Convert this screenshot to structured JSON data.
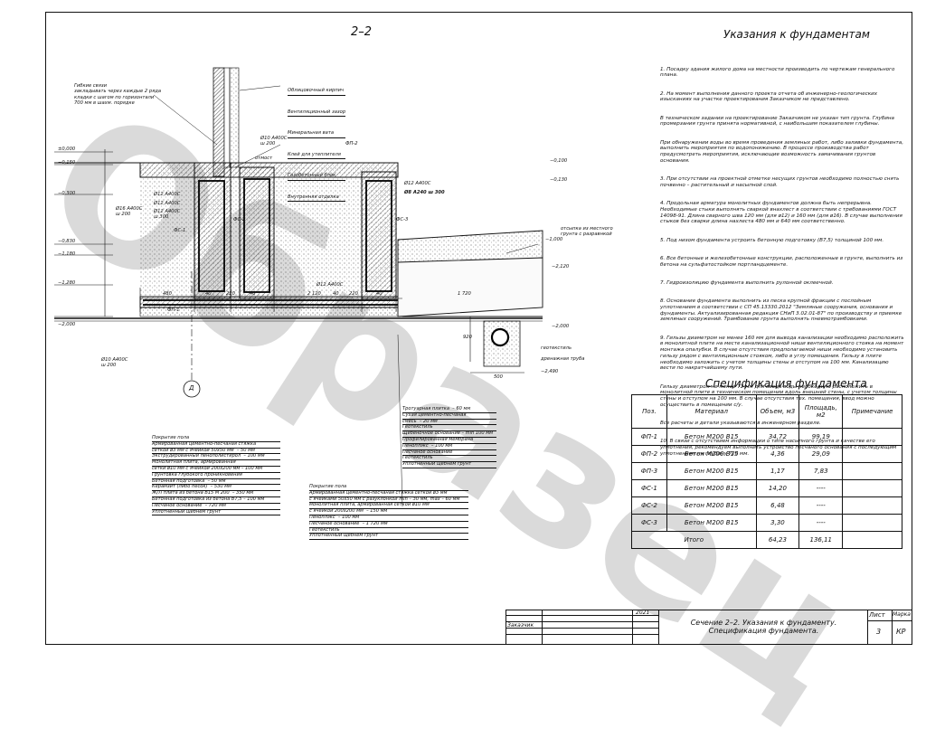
{
  "section": {
    "title": "2–2"
  },
  "notes": {
    "title": "Указания к фундаментам",
    "items": [
      "1. Посадку здания жилого дома на местности производить по чертежам генерального плана.",
      "2. На момент выполнения данного проекта отчета об инженерно-геологических изысканиях на участке проектирования Заказчиком не представлено.",
      "В техническом задании на проектирование Заказчиком не указан тип грунта. Глубина промерзания грунта принята нормативной, с наибольшим показателем глубины.",
      "При обнаружении воды во время проведения земляных работ, либо заливки фундамента, выполнить мероприятия по водопонижению. В процессе производства работ предусмотреть мероприятия, исключающие возможность замачивания грунтов основания.",
      "3. При отсутствии на проектной отметке несущих грунтов необходимо полностью снять почвенно – растительный и насыпной слой.",
      "4. Продольная арматура монолитных фундаментов должна быть непрерывна. Необходимые стыки выполнять сваркой внахлест в соответствии с требованиями ГОСТ 14098-91. Длина сварного шва 120 мм (для ø12) и 160 мм (для ø16). В случае выполнения стыков без сварки длина нахлеста 480 мм и 640 мм соответственно.",
      "5. Под низом фундамента устроить бетонную подготовку (B7,5) толщиной 100 мм.",
      "6. Все бетонные и железобетонные конструкции, расположенные в грунте, выполнить из бетона на сульфатостойком портландцементе.",
      "7. Гидроизоляцию фундамента выполнить рулонной оклеечной.",
      "8. Основание фундамента выполнить из песка крупной фракции с послойным уплотнением в соответствии с СП 45.13330.2012 \"Земляные сооружения, основания и фундаменты. Актуализированная редакция СНиП 3.02.01-87\" по производству и приемке земляных сооружений. Трамбование грунта выполнять пневмотрамбовками.",
      "9. Гильзы диаметром не менее 160 мм для вывода канализации необходимо расположить в монолитной плите на месте канализационной ниши вентиляционного стояка на момент монтажа опалубки. В случае отсутствия предполагаемой ниши необходимо установить гильзу рядом с вентиляционным стояком, либо в углу помещения. Гильзу в плите необходимо заложить с учетом толщины стены и отступом на 100 мм. Канализацию вести по накратчайшему пути.",
      "Гильзу диаметром не менее 72 мм для ввода воды необходимо расположить в монолитной плите в техническом помещении вдоль внешней стены, с учетом толщины стены и отступом на 100 мм. В случае отсутствия тех. помещения, ввод можно осуществить в помещении с/у.",
      "Все расчеты и детали указываются в инженерном разделе.",
      "10. В связи с отсутствием информации о типе насыпного грунта и качестве его уплотнения, рекомендуем выполнить устройство песчаного основания с последующим уплотнением на глубину 720 мм."
    ]
  },
  "spec": {
    "title": "Спецификация фундамента",
    "headers": [
      "Поз.",
      "Материал",
      "Объем, м3",
      "Площадь, м2",
      "Примечание"
    ],
    "rows": [
      [
        "ФП-1",
        "Бетон М200 В15",
        "34,72",
        "99,19",
        ""
      ],
      [
        "ФП-2",
        "Бетон М200 В15",
        "4,36",
        "29,09",
        ""
      ],
      [
        "ФП-3",
        "Бетон М200 В15",
        "1,17",
        "7,83",
        ""
      ],
      [
        "ФС-1",
        "Бетон М200 В15",
        "14,20",
        "----",
        ""
      ],
      [
        "ФС-2",
        "Бетон М200 В15",
        "6,48",
        "----",
        ""
      ],
      [
        "ФС-3",
        "Бетон М200 В15",
        "3,30",
        "----",
        ""
      ]
    ],
    "total": {
      "label": "Итого",
      "volume": "64,23",
      "area": "136,11"
    }
  },
  "title_block": {
    "year": "2021",
    "customer_label": "Заказчик",
    "sheet_title": "Сечение 2–2. Указания к фундаменту. Спецификация фундамента.",
    "sheet_label": "Лист",
    "mark_label": "Марка",
    "sheet_no": "3",
    "mark": "КР"
  },
  "watermark": "Образец",
  "drawing": {
    "left_note": "Гибкие связи\nзакладывать через каждые 2 ряда\nкладки с шагом по горизонтали\n700 мм в шахм. порядке",
    "wall_layers": [
      "Облицовочный кирпич",
      "Вентиляционный зазор",
      "Минеральная вата",
      "Клей для утеплителя",
      "Газобетонный блок",
      "Внутренняя отделка"
    ],
    "levels_left": [
      "±0,000",
      "−0,150",
      "−0,300",
      "−0,830",
      "−1,180",
      "−1,280",
      "−2,000"
    ],
    "levels_right": [
      "−0,100",
      "−0,130",
      "−1,000",
      "−2,120",
      "−2,000",
      "−2,490"
    ],
    "rebar_labels": [
      "Ø10 А400С\nш 200",
      "Ø12 А400С",
      "Ø12 А400С",
      "Ø12 А400С\nш 300",
      "Ø16 А400С\nш 200",
      "Ø12 А400С",
      "Ø8 А240 ш 300",
      "Ø12 А400С",
      "Ø10 А400С\nш 200"
    ],
    "elements": [
      "ФС-1",
      "ФС-2",
      "ФС-3",
      "ФП-1",
      "ФП-2"
    ],
    "ground_note": "отсыпка из местного\nгрунта с разравнкой",
    "geotextile": "геотекстиль",
    "drain": "дренажная труба",
    "otmostka": "отмост",
    "axis": "Д",
    "dims_bottom": [
      "480",
      "40",
      "220",
      "40",
      "2 120",
      "40",
      "220",
      "40",
      "1 720"
    ],
    "dim_500": "500",
    "dim_920": "920",
    "legend_floor1": [
      "Покрытие пола",
      "Армированная цементно-песчаная стяжка",
      "сеткой ø3 мм с ячейкой 50х50 мм  – 50 мм",
      "Экструдированный пенополистирол  – 100 мм",
      "Монолитная плита, армированная",
      "сетки ø10 мм с ячейкой 200х200 мм – 100 мм",
      "Грунтовка глубокого проникновения",
      "Бетонная подготовка  – 50 мм",
      "Керамзит (либо песок)  – 530 мм",
      "Ж/Л плита из бетона В15 М 200  – 350 мм",
      "Бетонная подготовка из бетона В7,5 – 100 мм",
      "Песчаное основание  – 720 мм",
      "Уплотненный щебнем грунт"
    ],
    "legend_floor2": [
      "Покрытие пола",
      "Армированная цементно-песчаная стяжка сеткой ø3 мм",
      "с ячейками 50х50 мм с разуклонкой min – 30 мм, max – 60 мм",
      "монолитная плита, армированная сеткой ø10 мм",
      "с ячейкой 200х200 мм  – 150 мм",
      "Пеноплэкс  – 100 мм",
      "Песчаное основание  – 1 720 мм",
      "Геотекстиль",
      "Уплотненный щебнем грунт"
    ],
    "legend_walk": [
      "Тротуарная плитка  – 60 мм",
      "Сухая цементно-песчаная",
      "смесь  – 20 мм",
      "Геотекстиль",
      "Щебеночное основание – min 100 мм",
      "Профилированная мембрана",
      "Пеноплэкс  – 100 мм",
      "Песчаное основание",
      "Геотекстиль",
      "Уплотненный щебнем грунт"
    ]
  }
}
